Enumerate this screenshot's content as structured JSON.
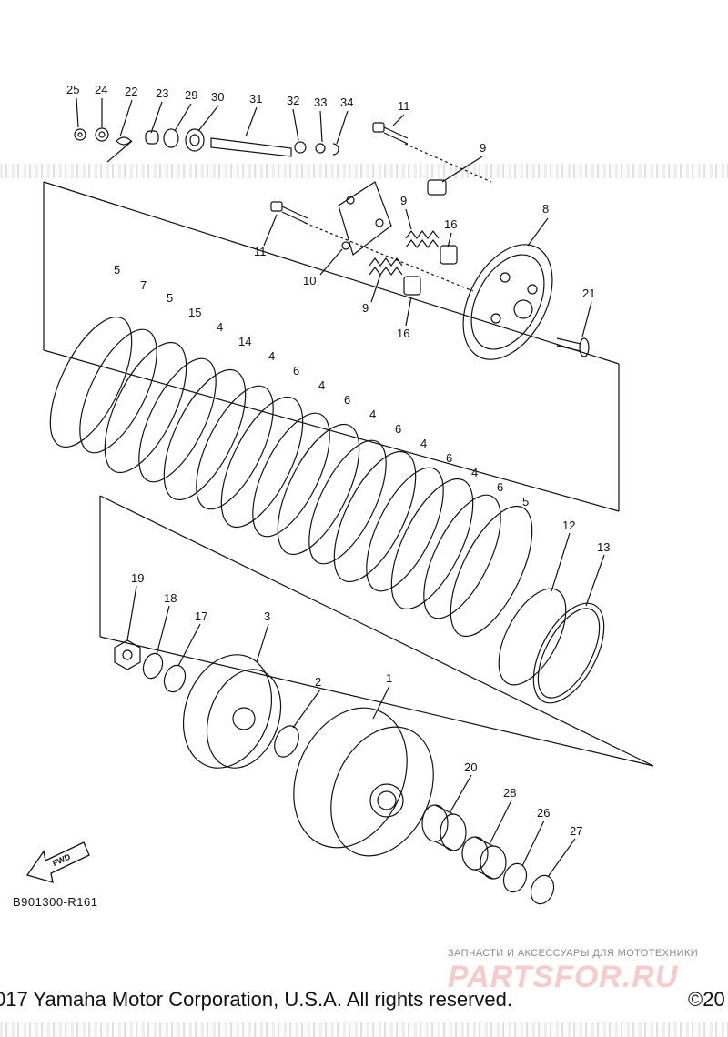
{
  "diagram": {
    "callouts": {
      "n1": "1",
      "n2": "2",
      "n3": "3",
      "n4": "4",
      "n5": "5",
      "n6": "6",
      "n7": "7",
      "n8": "8",
      "n9": "9",
      "n10": "10",
      "n11": "11",
      "n12": "12",
      "n13": "13",
      "n14": "14",
      "n15": "15",
      "n16": "16",
      "n17": "17",
      "n18": "18",
      "n19": "19",
      "n20": "20",
      "n21": "21",
      "n22": "22",
      "n23": "23",
      "n24": "24",
      "n25": "25",
      "n26": "26",
      "n27": "27",
      "n28": "28",
      "n29": "29",
      "n30": "30",
      "n31": "31",
      "n32": "32",
      "n33": "33",
      "n34": "34"
    },
    "fwd_label": "FWD",
    "diagram_code": "B901300-R161"
  },
  "footer": {
    "copyright": "017 Yamaha Motor Corporation, U.S.A. All rights reserved.",
    "copyright_right": "©20"
  },
  "watermark": {
    "caption": "ЗАПЧАСТИ И АКСЕССУАРЫ ДЛЯ МОТОТЕХНИКИ",
    "logo": "PARTSFOR.RU"
  },
  "colors": {
    "line": "#111111",
    "watermark_logo": "#f4c2c2",
    "watermark_caption": "#8a8a8a"
  }
}
